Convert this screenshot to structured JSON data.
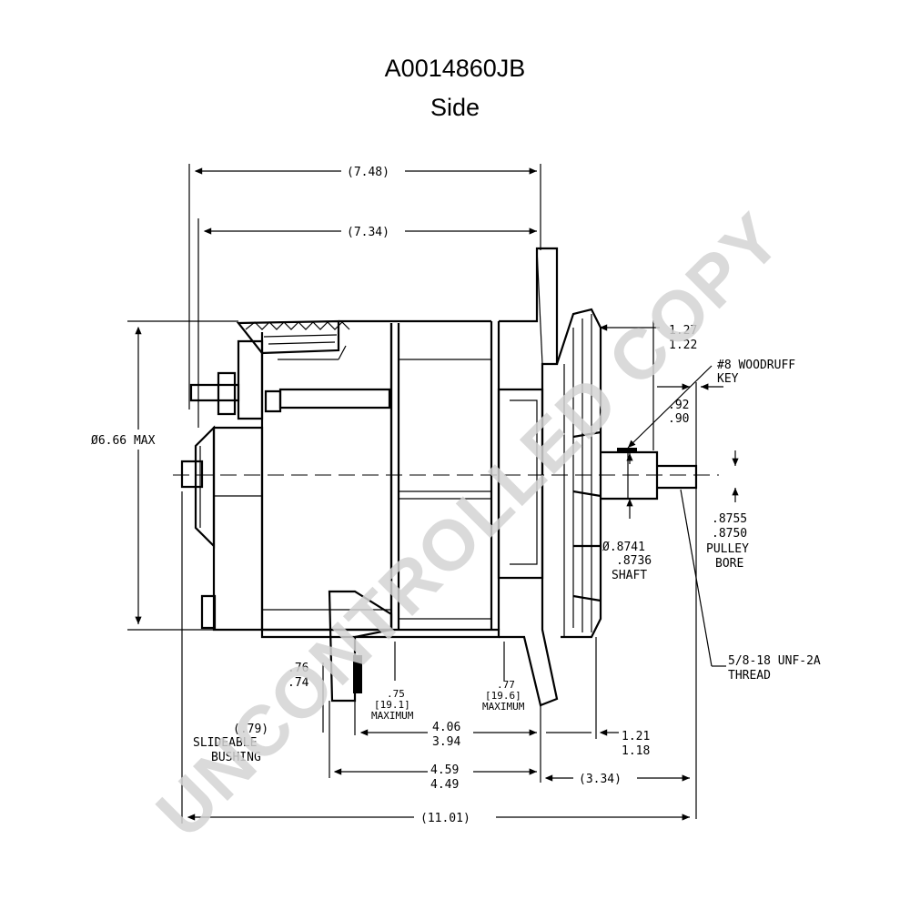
{
  "header": {
    "part_number": "A0014860JB",
    "view": "Side"
  },
  "watermark": "UNCONTROLLED COPY",
  "dimensions": {
    "overall_top": "(7.48)",
    "overall_second": "(7.34)",
    "diameter_label": "Ø6.66 MAX",
    "fan_offset_a": "1.27",
    "fan_offset_b": "1.22",
    "key_line1": "#8 WOODRUFF",
    "key_line2": "KEY",
    "key_dim_a": ".92",
    "key_dim_b": ".90",
    "shaft_dim_a": "Ø.8741",
    "shaft_dim_b": ".8736",
    "shaft_label": "SHAFT",
    "bore_dim_a": ".8755",
    "bore_dim_b": ".8750",
    "bore_label1": "PULLEY",
    "bore_label2": "BORE",
    "thread_line1": "5/8-18 UNF-2A",
    "thread_line2": "THREAD",
    "foot_a_1": ".76",
    "foot_a_2": ".74",
    "max1_a": ".75",
    "max1_b": "[19.1]",
    "max1_c": "MAXIMUM",
    "max2_a": ".77",
    "max2_b": "[19.6]",
    "max2_c": "MAXIMUM",
    "bush_dim": "(.79)",
    "bush_label1": "SLIDEABLE",
    "bush_label2": "BUSHING",
    "mount_a": "4.06",
    "mount_b": "3.94",
    "hub_a": "1.21",
    "hub_b": "1.18",
    "base_a": "4.59",
    "base_b": "4.49",
    "front_len": "(3.34)",
    "overall_bottom": "(11.01)"
  }
}
